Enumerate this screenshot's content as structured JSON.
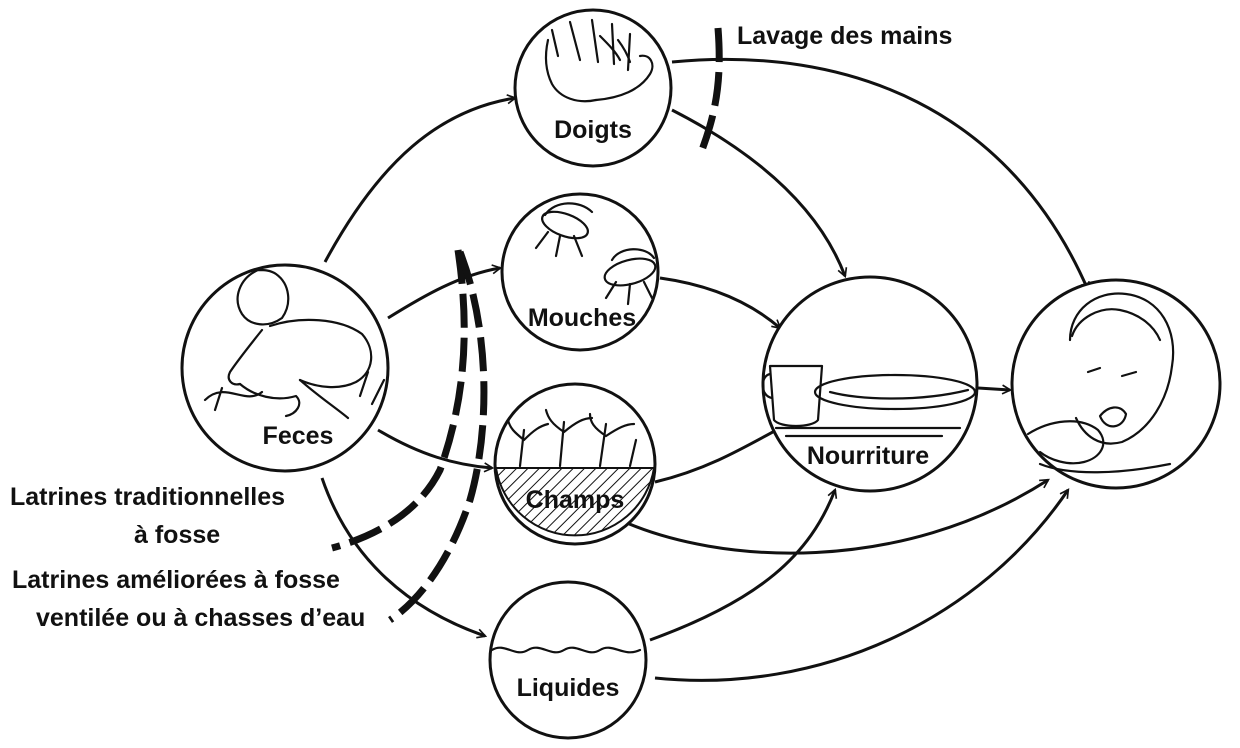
{
  "nodes": {
    "feces": "Feces",
    "doigts": "Doigts",
    "mouches": "Mouches",
    "champs": "Champs",
    "liquides": "Liquides",
    "nourriture": "Nourriture"
  },
  "barriers": {
    "handwashing": "Lavage des mains",
    "traditional_line1": "Latrines traditionnelles",
    "traditional_line2": "à fosse",
    "improved_line1": "Latrines améliorées à fosse",
    "improved_line2": "ventilée ou à chasses d’eau"
  },
  "colors": {
    "ink": "#111111",
    "background": "#ffffff"
  },
  "icons": [
    "person-defecating-icon",
    "hand-icon",
    "fly-icon",
    "crops-icon",
    "water-icon",
    "food-plate-icon",
    "person-eating-icon"
  ]
}
